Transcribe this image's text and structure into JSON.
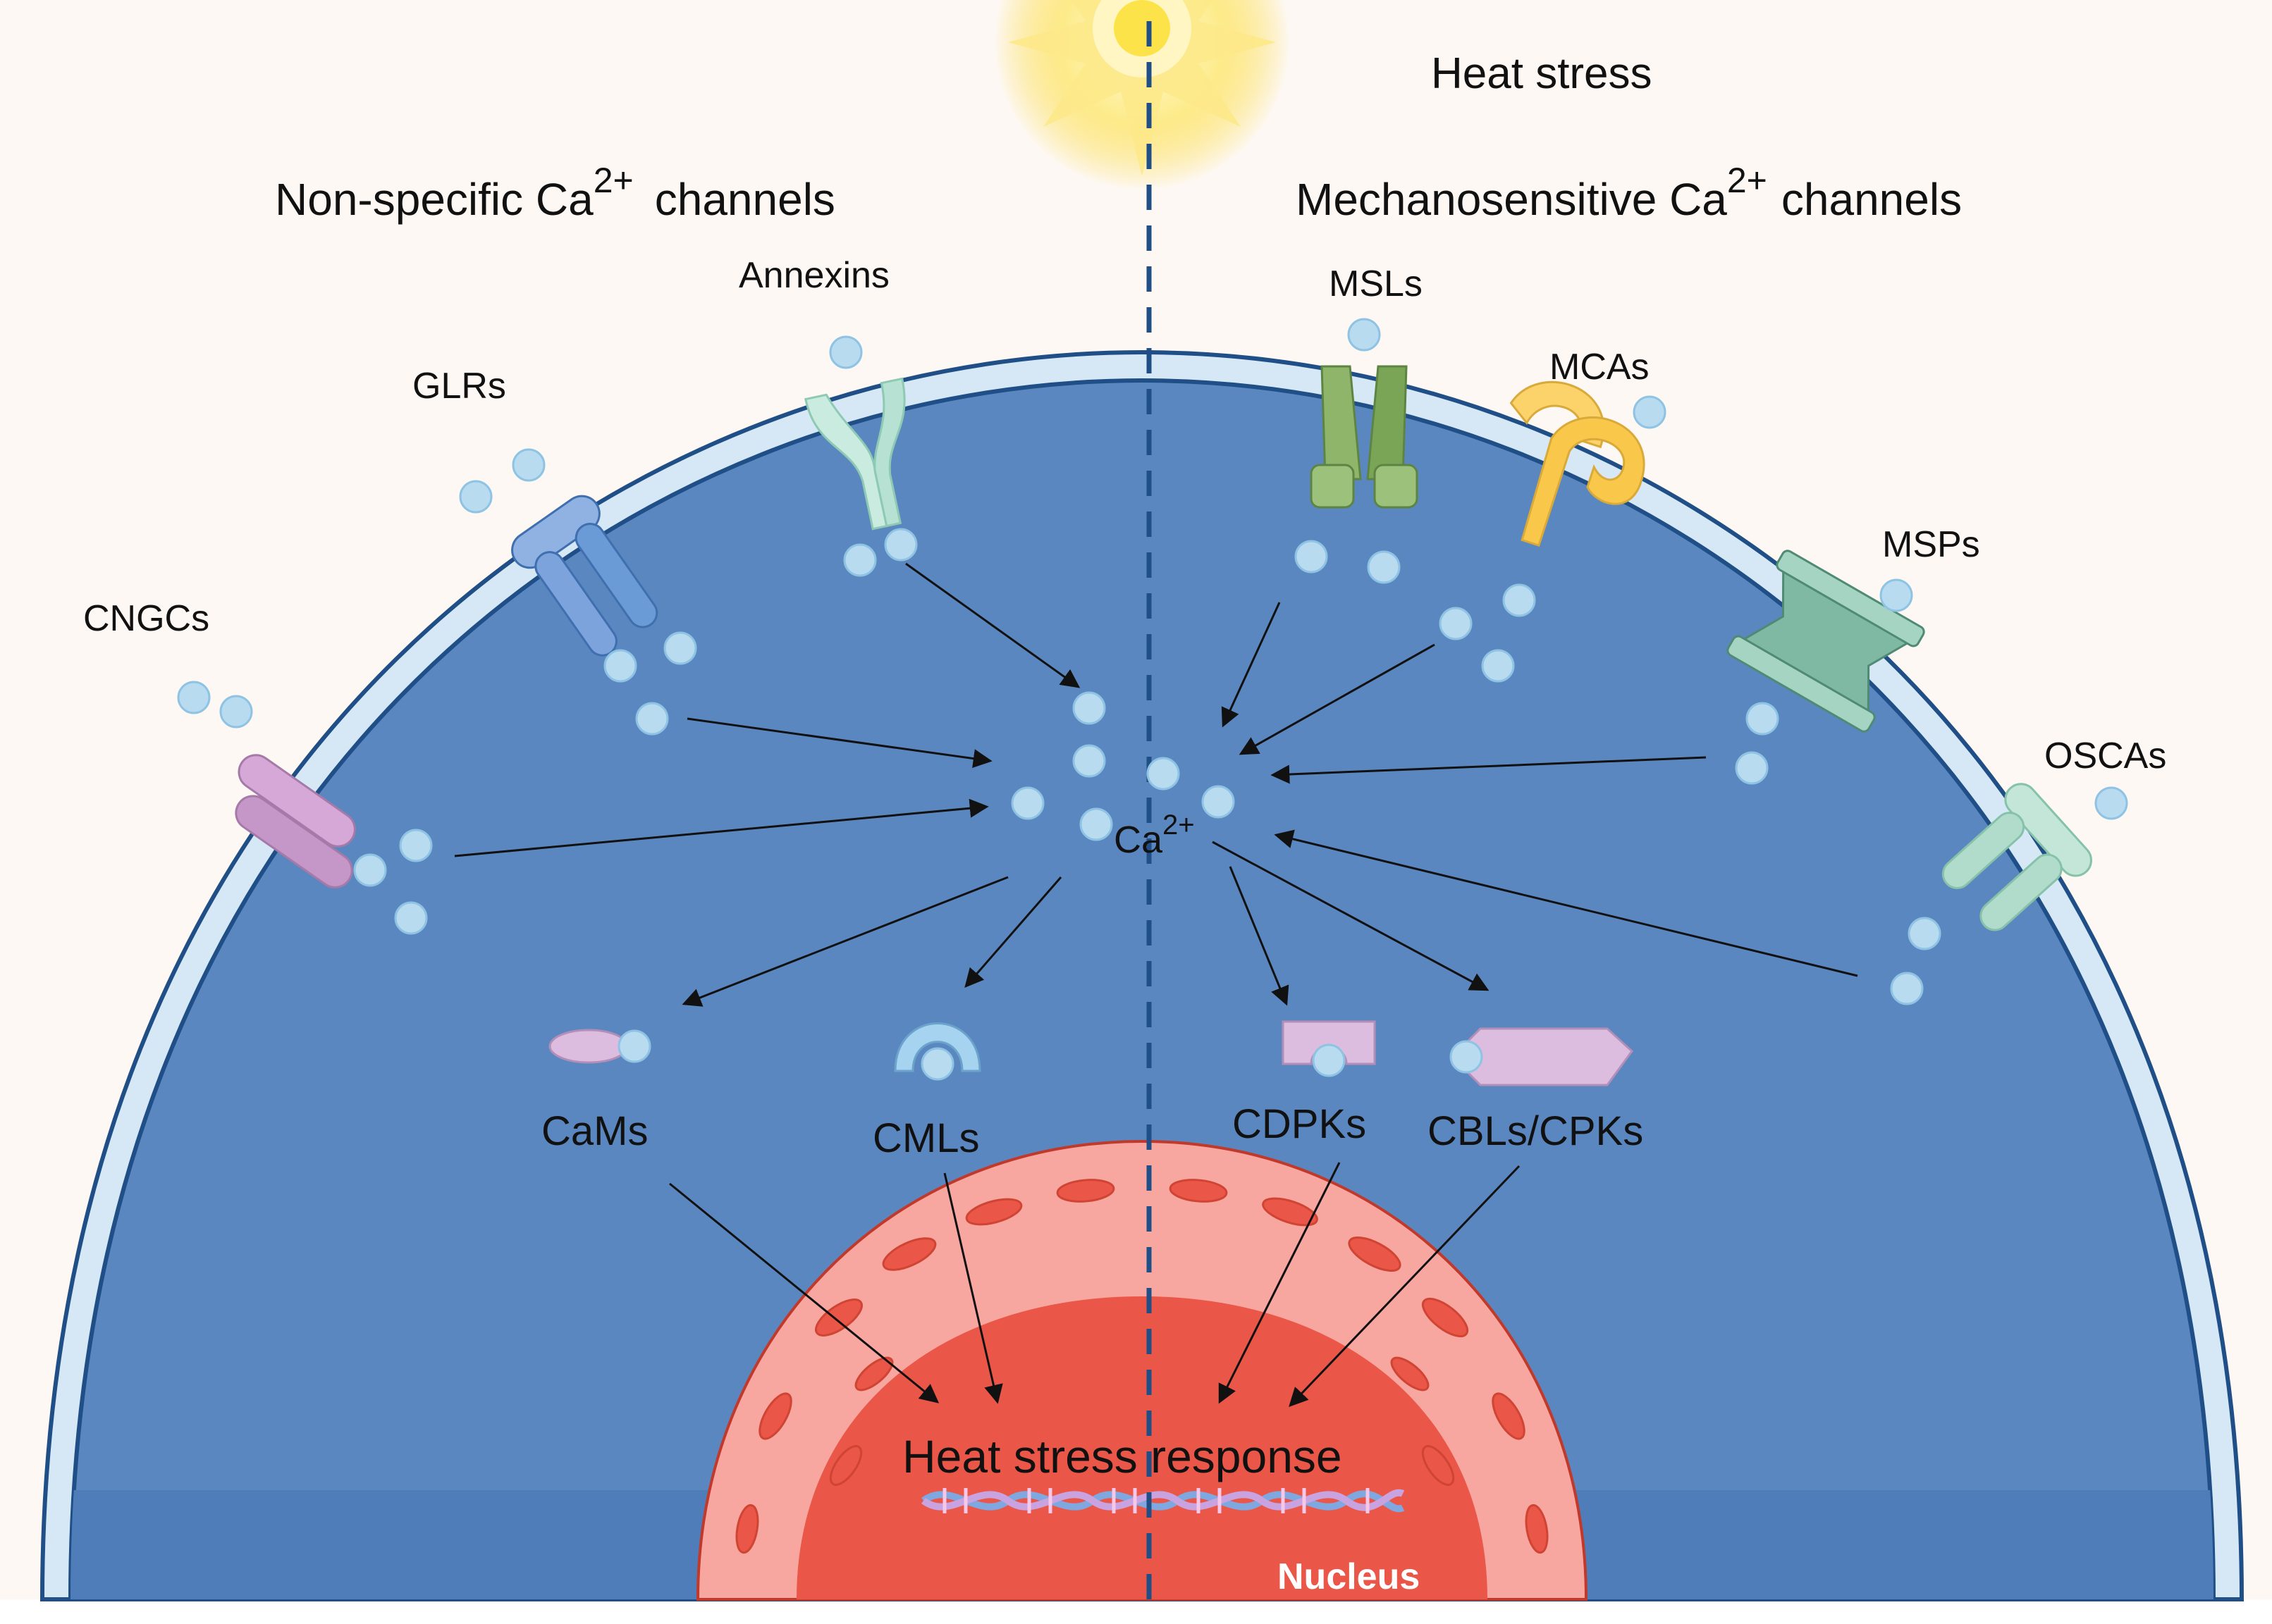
{
  "labels": {
    "heat_stress": "Heat stress",
    "nonspecific_prefix": "Non-specific Ca",
    "nonspecific_sup": "2+",
    "nonspecific_suffix": "channels",
    "mechano_prefix": "Mechanosensitive Ca",
    "mechano_sup": "2+",
    "mechano_suffix": "channels",
    "ca_center": "Ca",
    "ca_center_sup": "2+",
    "heat_response": "Heat stress response",
    "nucleus": "Nucleus"
  },
  "channels": {
    "cngcs": "CNGCs",
    "glrs": "GLRs",
    "annexins": "Annexins",
    "msls": "MSLs",
    "mcas": "MCAs",
    "msps": "MSPs",
    "oscas": "OSCAs"
  },
  "sensors": {
    "cams": "CaMs",
    "cmls": "CMLs",
    "cdpks": "CDPKs",
    "cbls_cpks": "CBLs/CPKs"
  },
  "colors": {
    "background": "#fdf8f3",
    "cytoplasm": "#5b87c0",
    "membrane": "#d6e8f6",
    "membrane_edge": "#1f4f86",
    "calcium_ion": "#b9dbf0",
    "nucleus_outer": "#f7a7a0",
    "nucleus_inner": "#ea5647",
    "sun": "#fdd835",
    "cngc": "#d6a8d8",
    "glr": "#6b9bd6",
    "annexin": "#c9ebe0",
    "msl": "#8fb56b",
    "mca": "#fbd36a",
    "msp": "#7fb8a3",
    "osca": "#c3e6d8",
    "cbl": "#dcbde0"
  }
}
